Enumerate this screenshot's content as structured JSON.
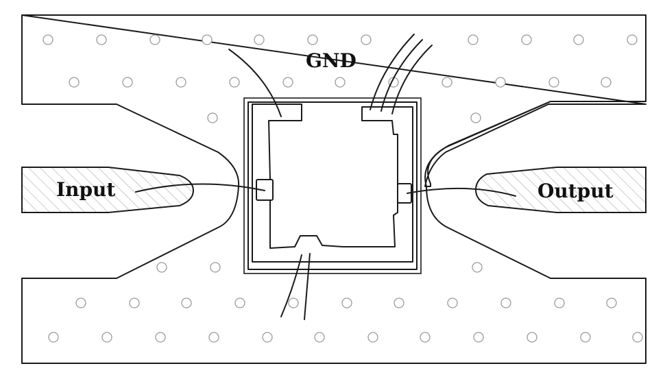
{
  "diagram": {
    "labels": {
      "gnd": "GND",
      "input": "Input",
      "output": "Output"
    },
    "colors": {
      "stroke": "#1a1a1a",
      "via_stroke": "#9a9a9a",
      "hatch": "#b5b5b5",
      "background": "#ffffff"
    }
  }
}
